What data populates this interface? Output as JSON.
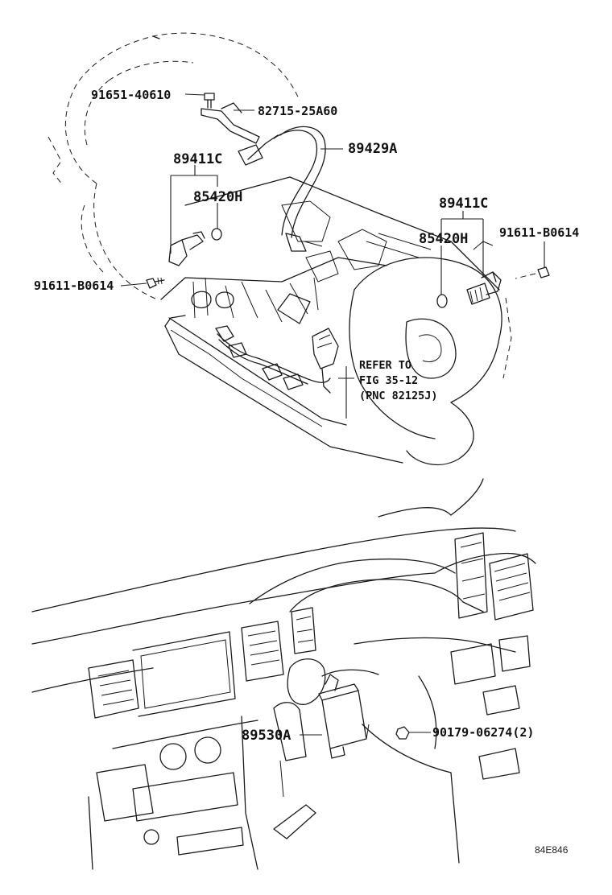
{
  "labels": {
    "bolt_top": "91651-40610",
    "bracket": "82715-25A60",
    "harness": "89429A",
    "sensor_left": "89411C",
    "oring_left": "85420H",
    "sensor_right": "89411C",
    "oring_right": "85420H",
    "bolt_right": "91611-B0614",
    "bolt_left": "91611-B0614",
    "ecu": "89530A",
    "nut": "90179-06274(2)"
  },
  "refer": {
    "line1": "REFER TO",
    "line2": "FIG 35-12",
    "line3": "(PNC 82125J)"
  },
  "figure_code": "84E846"
}
